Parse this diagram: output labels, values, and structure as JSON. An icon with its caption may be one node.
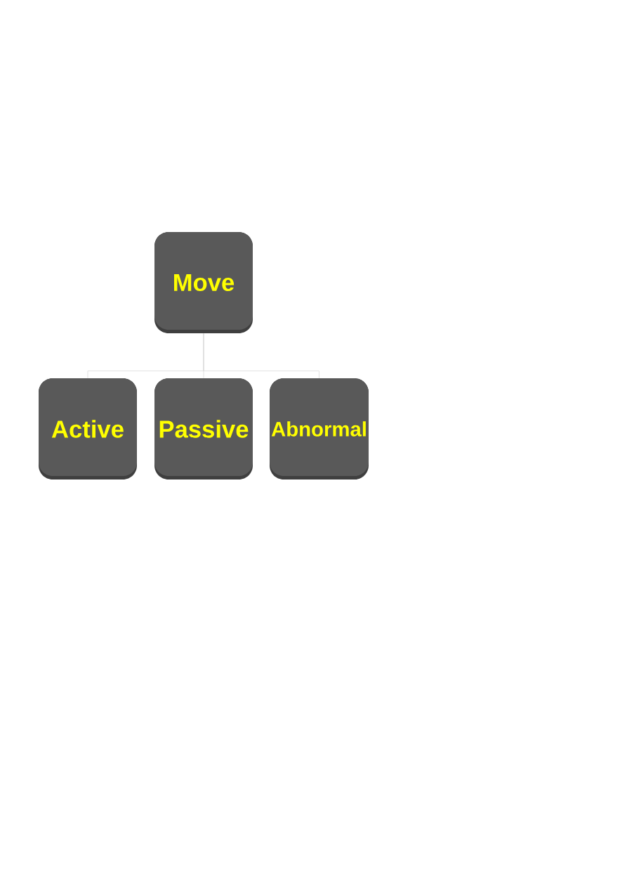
{
  "diagram": {
    "nodes": [
      {
        "text": [
          "Move"
        ]
      },
      {
        "text": [
          "Active"
        ]
      },
      {
        "text": [
          "Passive"
        ]
      },
      {
        "text": [
          "Abnormal"
        ]
      }
    ],
    "edges": [
      {
        "from": 0,
        "to": 1,
        "arrow": "none"
      },
      {
        "from": 0,
        "to": 2,
        "arrow": "none"
      },
      {
        "from": 0,
        "to": 3,
        "arrow": "none"
      }
    ]
  }
}
